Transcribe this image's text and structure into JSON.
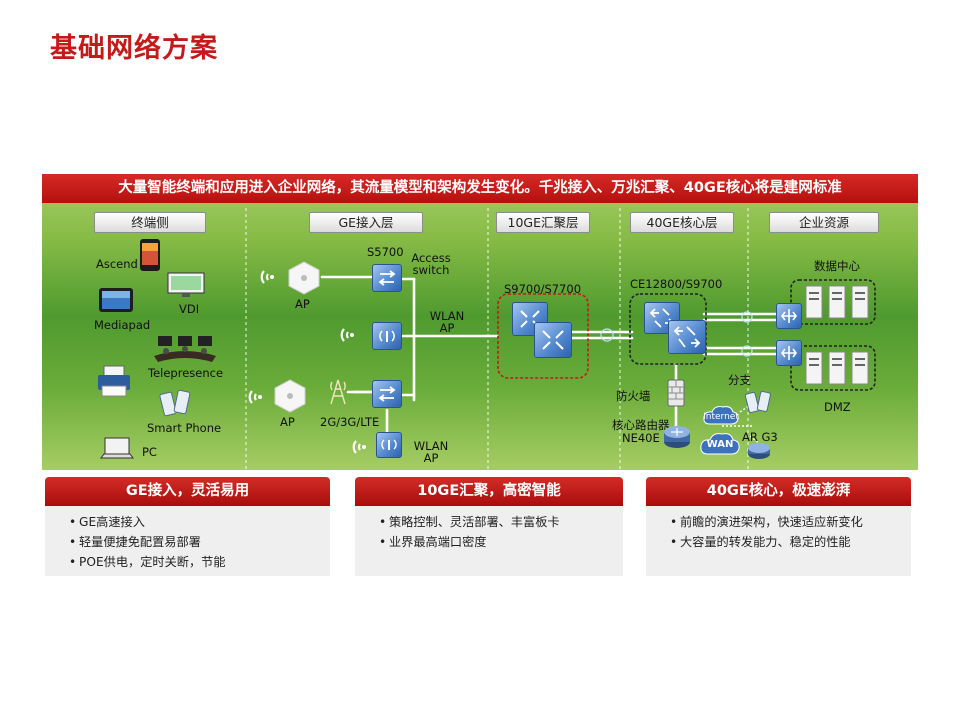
{
  "page": {
    "title": "基础网络方案"
  },
  "banner": {
    "text": "大量智能终端和应用进入企业网络，其流量模型和架构发生变化。千兆接入、万兆汇聚、40GE核心将是建网标准"
  },
  "sections": [
    "终端侧",
    "GE接入层",
    "10GE汇聚层",
    "40GE核心层",
    "企业资源"
  ],
  "terminals": {
    "ascend": "Ascend",
    "vdi": "VDI",
    "mediapad": "Mediapad",
    "telepresence": "Telepresence",
    "smartphone": "Smart Phone",
    "pc": "PC"
  },
  "access": {
    "s5700": "S5700",
    "access_switch_1": "Access",
    "access_switch_2": "switch",
    "wlan_ap_top_1": "WLAN",
    "wlan_ap_top_2": "AP",
    "ap_top": "AP",
    "ap_bottom": "AP",
    "cellular": "2G/3G/LTE",
    "wlan_ap_bottom_1": "WLAN",
    "wlan_ap_bottom_2": "AP"
  },
  "aggregation": {
    "s9700": "S9700/S7700"
  },
  "core": {
    "ce12800": "CE12800/S9700",
    "firewall": "防火墙",
    "router_1": "核心路由器",
    "router_2": "NE40E",
    "internet": "Internet",
    "wan": "WAN",
    "branch": "分支",
    "ar": "AR G3"
  },
  "resources": {
    "datacenter": "数据中心",
    "dmz": "DMZ"
  },
  "cards": [
    {
      "title": "GE接入，灵活易用",
      "items": [
        "GE高速接入",
        "轻量便捷免配置易部署",
        "POE供电，定时关断，节能"
      ]
    },
    {
      "title": "10GE汇聚，高密智能",
      "items": [
        "策略控制、灵活部署、丰富板卡",
        "业界最高端口密度"
      ]
    },
    {
      "title": "40GE核心，极速澎湃",
      "items": [
        "前瞻的演进架构，快速适应新变化",
        "大容量的转发能力、稳定的性能"
      ]
    }
  ],
  "colors": {
    "accent": "#c41a1a",
    "panel_green": "#5aa236",
    "device_blue": "#3d73bf"
  }
}
